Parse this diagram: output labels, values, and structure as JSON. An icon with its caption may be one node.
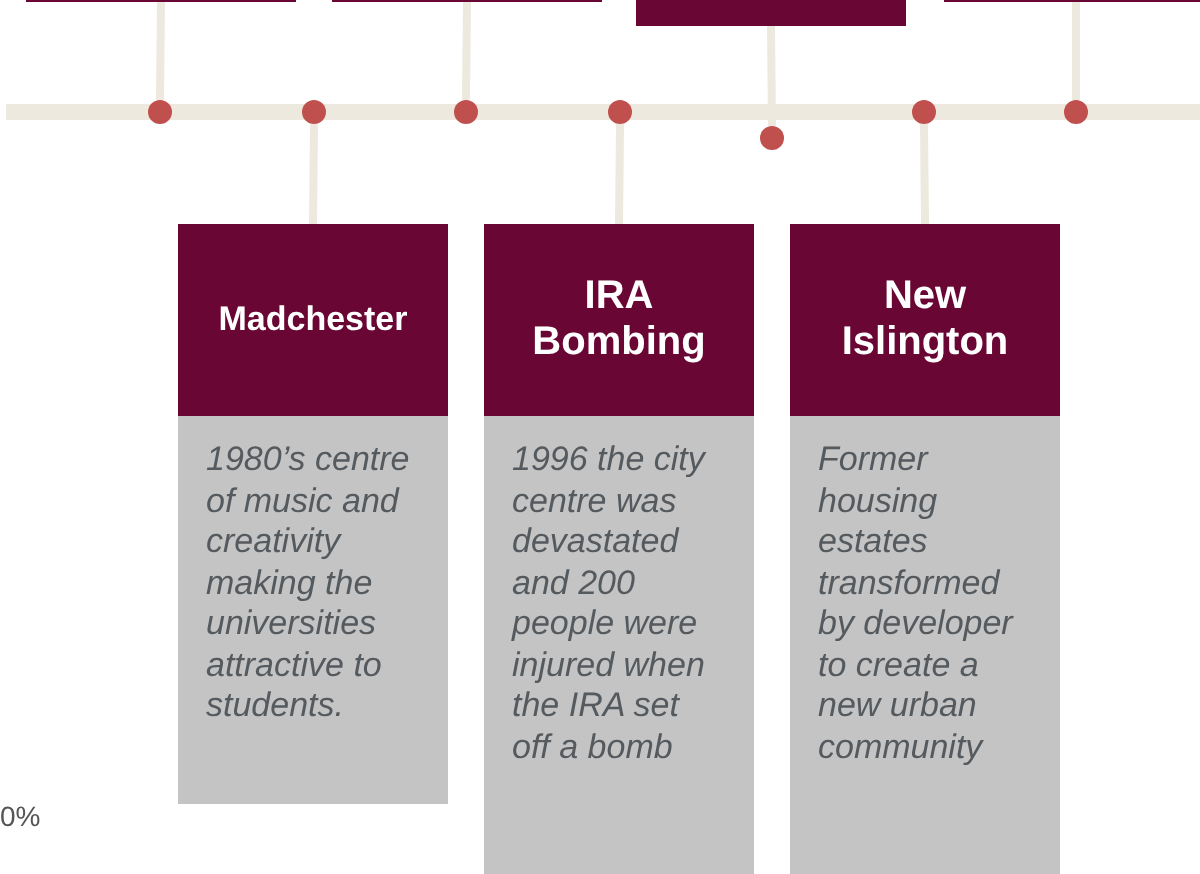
{
  "diagram": {
    "nodes": [
      {
        "text": [],
        "shape": "box"
      },
      {
        "text": [],
        "shape": "box"
      },
      {
        "text": [],
        "shape": "box"
      },
      {
        "text": [],
        "shape": "box"
      },
      {
        "text": [],
        "shape": "circle"
      },
      {
        "text": [],
        "shape": "circle"
      },
      {
        "text": [],
        "shape": "circle"
      },
      {
        "text": [],
        "shape": "circle"
      },
      {
        "text": [],
        "shape": "circle"
      },
      {
        "text": [],
        "shape": "circle"
      },
      {
        "text": [],
        "shape": "circle"
      },
      {
        "text": [
          "Madchester",
          "1980’s centre of music and creativity making the universities attractive to students."
        ]
      },
      {
        "text": [
          "IRA Bombing",
          "1996 the city centre was devastated and 200 people were injured when the IRA set off a bomb"
        ]
      },
      {
        "text": [
          "New Islington",
          "Former housing estates transformed by developer to create a new urban community"
        ]
      }
    ],
    "edges": [
      {
        "from": 0,
        "to": 4,
        "arrow": "none"
      },
      {
        "from": 1,
        "to": 6,
        "arrow": "none"
      },
      {
        "from": 2,
        "to": 8,
        "arrow": "none"
      },
      {
        "from": 3,
        "to": 10,
        "arrow": "none"
      },
      {
        "from": 5,
        "to": 11,
        "arrow": "none"
      },
      {
        "from": 7,
        "to": 12,
        "arrow": "none"
      },
      {
        "from": 9,
        "to": 13,
        "arrow": "none"
      }
    ],
    "labels": [
      "0%"
    ]
  }
}
